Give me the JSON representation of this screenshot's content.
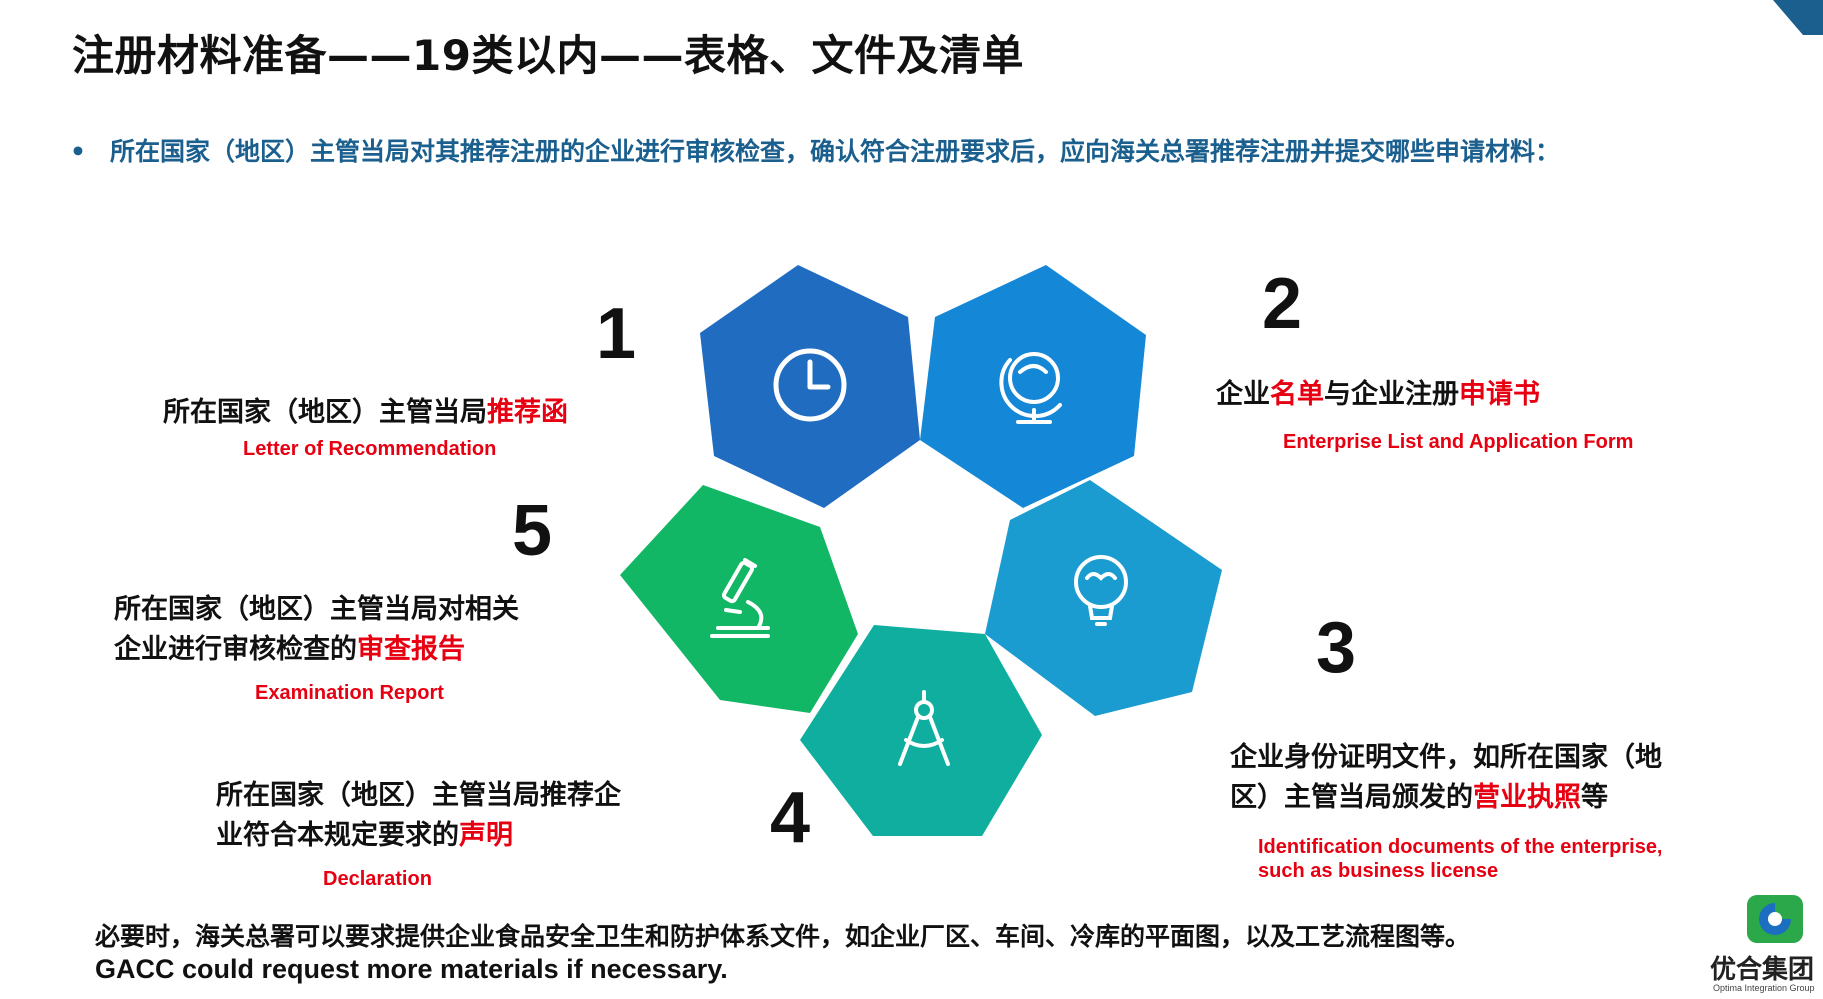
{
  "slide": {
    "title": "注册材料准备——19类以内——表格、文件及清单",
    "bullet": "所在国家（地区）主管当局对其推荐注册的企业进行审核检查，确认符合注册要求后，应向海关总署推荐注册并提交哪些申请材料："
  },
  "items": [
    {
      "number": "1",
      "zh_plain": "所在国家（地区）主管当局",
      "zh_highlight": "推荐函",
      "en": "Letter of Recommendation",
      "icon": "clock-icon",
      "color": "#1f6cc1"
    },
    {
      "number": "2",
      "zh_p1": "企业",
      "zh_h1": "名单",
      "zh_p2": "与企业注册",
      "zh_h2": "申请书",
      "en": "Enterprise List and Application Form",
      "icon": "globe-icon",
      "color": "#1487d6"
    },
    {
      "number": "3",
      "zh_line1": "企业身份证明文件，如所在国家（地",
      "zh_line2_plain": "区）主管当局颁发的",
      "zh_line2_highlight": "营业执照",
      "zh_line2_end": "等",
      "en_line1": "Identification documents of the enterprise,",
      "en_line2": "such as business license",
      "icon": "lightbulb-icon",
      "color": "#1b9cd0"
    },
    {
      "number": "4",
      "zh_line1": "所在国家（地区）主管当局推荐企",
      "zh_line2_plain": "业符合本规定要求的",
      "zh_line2_highlight": "声明",
      "en": "Declaration",
      "icon": "compass-icon",
      "color": "#0fae9f"
    },
    {
      "number": "5",
      "zh_line1": "所在国家（地区）主管当局对相关",
      "zh_line2_plain": "企业进行审核检查的",
      "zh_line2_highlight": "审查报告",
      "en": "Examination Report",
      "icon": "microscope-icon",
      "color": "#12b765"
    }
  ],
  "footer": {
    "zh": "必要时，海关总署可以要求提供企业食品安全卫生和防护体系文件，如企业厂区、车间、冷库的平面图，以及工艺流程图等。",
    "en": "GACC could request more materials if necessary."
  },
  "logo": {
    "name": "优合集团",
    "sub": "Optima Integration Group"
  },
  "colors": {
    "accent_red": "#e60012",
    "bullet_blue": "#1a5f8e"
  }
}
